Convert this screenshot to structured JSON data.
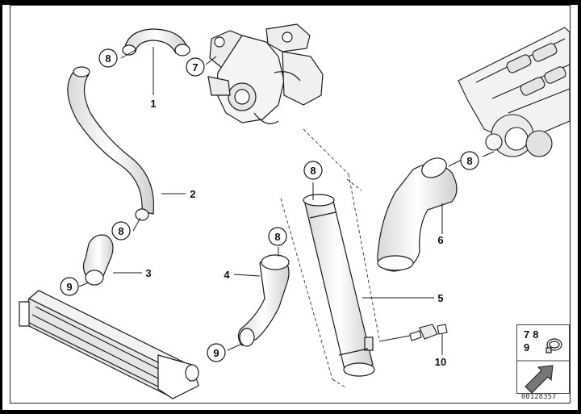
{
  "callouts": {
    "c1": "1",
    "c2": "2",
    "c3": "3",
    "c4": "4",
    "c5": "5",
    "c6": "6",
    "c7": "7",
    "c8": "8",
    "c9": "9",
    "c10": "10"
  },
  "legend": {
    "n7": "7",
    "n8": "8",
    "n9": "9"
  },
  "image_code": "00128357",
  "colors": {
    "line": "#1a1a1a",
    "fill": "#ffffff",
    "shade": "#dcdcdc"
  }
}
